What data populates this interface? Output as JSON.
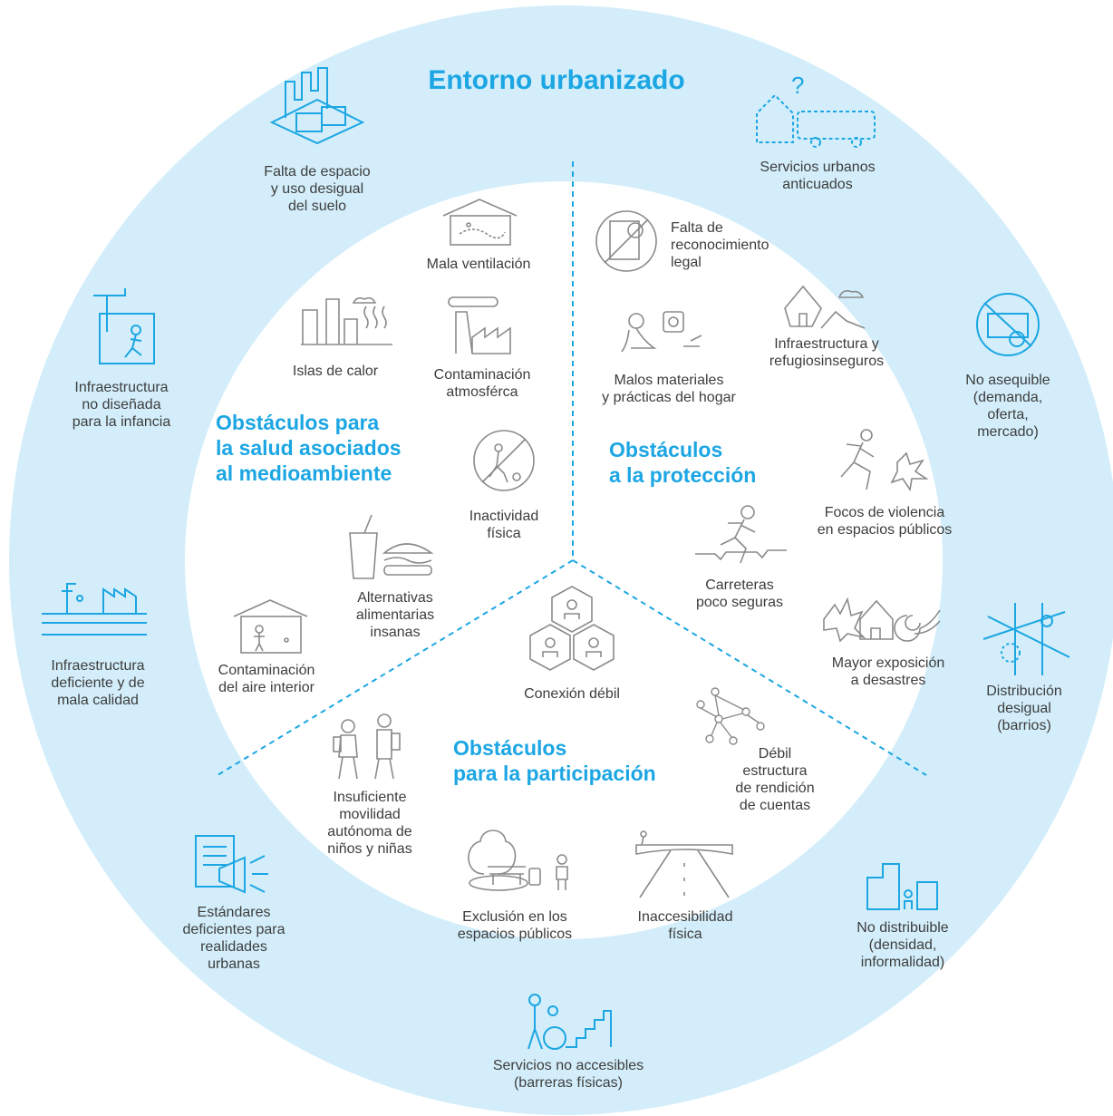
{
  "title": "Entorno urbanizado",
  "sections": {
    "health": "Obstáculos para\nla salud asociados\nal medioambiente",
    "protection": "Obstáculos\na la protección",
    "participation": "Obstáculos\npara la participación"
  },
  "outer_items": [
    {
      "id": "space",
      "label": "Falta de espacio\ny uso desigual\ndel suelo",
      "icon": "buildings-land-icon"
    },
    {
      "id": "urban-services",
      "label": "Servicios urbanos\nanticuados",
      "icon": "house-bus-icon"
    },
    {
      "id": "affordable",
      "label": "No asequible\n(demanda, oferta,\nmercado)",
      "icon": "money-crossed-icon"
    },
    {
      "id": "distribution",
      "label": "Distribución\ndesigual\n(barrios)",
      "icon": "city-map-icon"
    },
    {
      "id": "distributable",
      "label": "No distribuible\n(densidad,\ninformalidad)",
      "icon": "buildings-child-icon"
    },
    {
      "id": "accessible",
      "label": "Servicios no accesibles\n(barreras físicas)",
      "icon": "wheelchair-stairs-icon"
    },
    {
      "id": "standards",
      "label": "Estándares\ndeficientes para\nrealidades\nurbanas",
      "icon": "document-megaphone-icon"
    },
    {
      "id": "poor-infra",
      "label": "Infraestructura\ndeficiente y de\nmala calidad",
      "icon": "tap-factory-icon"
    },
    {
      "id": "child-infra",
      "label": "Infraestructura\nno diseñada\npara la infancia",
      "icon": "crane-child-icon"
    }
  ],
  "health_items": [
    {
      "id": "ventilation",
      "label": "Mala ventilación",
      "icon": "house-air-icon"
    },
    {
      "id": "heat",
      "label": "Islas de calor",
      "icon": "city-heat-icon"
    },
    {
      "id": "air-pollution",
      "label": "Contaminación\natmosférca",
      "icon": "factory-smoke-icon"
    },
    {
      "id": "inactivity",
      "label": "Inactividad\nfísica",
      "icon": "no-football-icon"
    },
    {
      "id": "food",
      "label": "Alternativas\nalimentarias\ninsanas",
      "icon": "drink-burger-icon"
    },
    {
      "id": "indoor-air",
      "label": "Contaminación\ndel aire interior",
      "icon": "house-child-icon"
    }
  ],
  "protection_items": [
    {
      "id": "legal",
      "label": "Falta de\nreconocimiento\nlegal",
      "icon": "document-crossed-icon"
    },
    {
      "id": "shelters",
      "label": "Infraestructura y\nrefugiosinseguros",
      "icon": "house-landslide-icon"
    },
    {
      "id": "materials",
      "label": "Malos materiales\ny prácticas del hogar",
      "icon": "baby-socket-icon"
    },
    {
      "id": "violence",
      "label": "Focos de violencia\nen espacios públicos",
      "icon": "fall-impact-icon"
    },
    {
      "id": "roads",
      "label": "Carreteras\npoco seguras",
      "icon": "runner-cracks-icon"
    },
    {
      "id": "disasters",
      "label": "Mayor exposición\na desastres",
      "icon": "house-storm-icon"
    }
  ],
  "participation_items": [
    {
      "id": "connection",
      "label": "Conexión débil",
      "icon": "hexagon-people-icon"
    },
    {
      "id": "accountability",
      "label": "Débil\nestructura\nde rendición\nde cuentas",
      "icon": "network-people-icon"
    },
    {
      "id": "mobility",
      "label": "Insuficiente\nmovilidad\nautónoma de\nniños y niñas",
      "icon": "children-backpack-icon"
    },
    {
      "id": "exclusion",
      "label": "Exclusión en los\nespacios públicos",
      "icon": "park-bench-icon"
    },
    {
      "id": "inaccessibility",
      "label": "Inaccesibilidad\nfísica",
      "icon": "road-bridge-icon"
    }
  ],
  "colors": {
    "ring": "#d3eefa",
    "accent": "#1ca6e3",
    "icon_blue": "#1ca6e3",
    "icon_gray": "#8a8a8a",
    "text": "#3d3d3d",
    "center": "#ffffff"
  }
}
